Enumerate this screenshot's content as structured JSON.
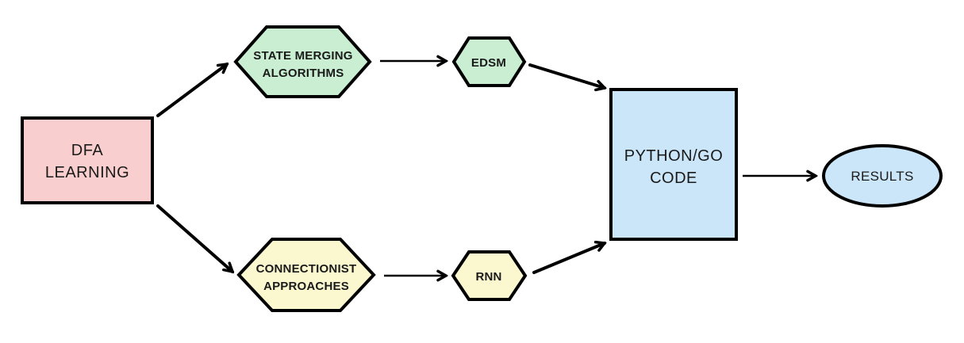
{
  "diagram": {
    "title": "DFA learning flowchart",
    "stroke_color": "#000000",
    "background_color": "#ffffff",
    "nodes": {
      "dfa_learning": {
        "shape": "rectangle",
        "lines": [
          "DFA",
          "LEARNING"
        ],
        "fill": "#f8cfce"
      },
      "state_merging": {
        "shape": "hexagon",
        "lines": [
          "STATE MERGING",
          "ALGORITHMS"
        ],
        "fill": "#c9eed2"
      },
      "edsm": {
        "shape": "hexagon",
        "label": "EDSM",
        "fill": "#c9eed2"
      },
      "connectionist": {
        "shape": "hexagon",
        "lines": [
          "CONNECTIONIST",
          "APPROACHES"
        ],
        "fill": "#fbf8cf"
      },
      "rnn": {
        "shape": "hexagon",
        "label": "RNN",
        "fill": "#fbf8cf"
      },
      "python_go_code": {
        "shape": "rectangle",
        "lines": [
          "PYTHON/GO",
          "CODE"
        ],
        "fill": "#cbe6f8"
      },
      "results": {
        "shape": "ellipse",
        "label": "RESULTS",
        "fill": "#cbe6f8"
      }
    },
    "edges": [
      {
        "from": "dfa_learning",
        "to": "state_merging"
      },
      {
        "from": "dfa_learning",
        "to": "connectionist"
      },
      {
        "from": "state_merging",
        "to": "edsm"
      },
      {
        "from": "edsm",
        "to": "python_go_code"
      },
      {
        "from": "connectionist",
        "to": "rnn"
      },
      {
        "from": "rnn",
        "to": "python_go_code"
      },
      {
        "from": "python_go_code",
        "to": "results"
      }
    ]
  }
}
